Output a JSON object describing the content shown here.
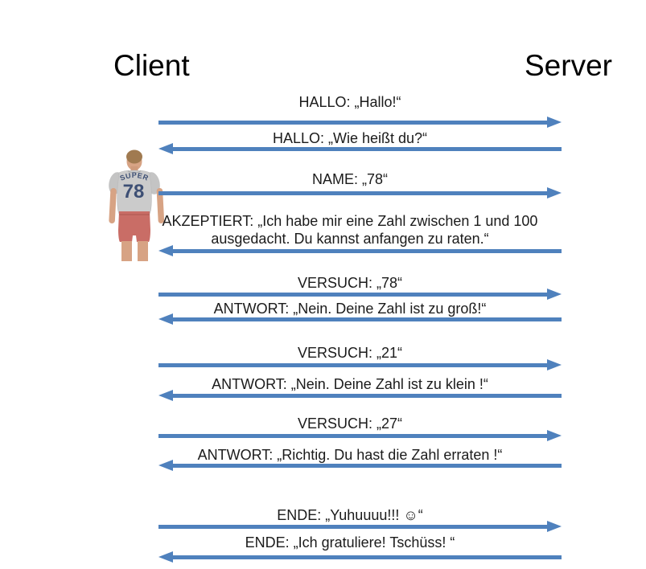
{
  "header": {
    "client_label": "Client",
    "server_label": "Server"
  },
  "colors": {
    "arrow_blue": "#4F81BD",
    "shirt_navy": "#3d4f74"
  },
  "client_figure": {
    "shirt_top_label": "SUPER",
    "shirt_number": "78"
  },
  "messages": [
    {
      "text": "HALLO: „Hallo!“",
      "direction": "right"
    },
    {
      "text": "HALLO: „Wie heißt du?“",
      "direction": "left"
    },
    {
      "text": "NAME: „78“",
      "direction": "right"
    },
    {
      "text": "AKZEPTIERT: „Ich habe mir eine Zahl zwischen 1 und 100\nausgedacht. Du kannst anfangen zu raten.“",
      "direction": "left"
    },
    {
      "text": "VERSUCH: „78“",
      "direction": "right"
    },
    {
      "text": "ANTWORT: „Nein. Deine Zahl ist zu groß!“",
      "direction": "left"
    },
    {
      "text": "VERSUCH: „21“",
      "direction": "right"
    },
    {
      "text": "ANTWORT: „Nein. Deine Zahl ist  zu klein !“",
      "direction": "left"
    },
    {
      "text": "VERSUCH: „27“",
      "direction": "right"
    },
    {
      "text": "ANTWORT: „Richtig. Du hast die Zahl erraten !“",
      "direction": "left"
    },
    {
      "text": "ENDE: „Yuhuuuu!!! ☺“",
      "direction": "right"
    },
    {
      "text": "ENDE: „Ich gratuliere! Tschüss! “",
      "direction": "left"
    }
  ]
}
